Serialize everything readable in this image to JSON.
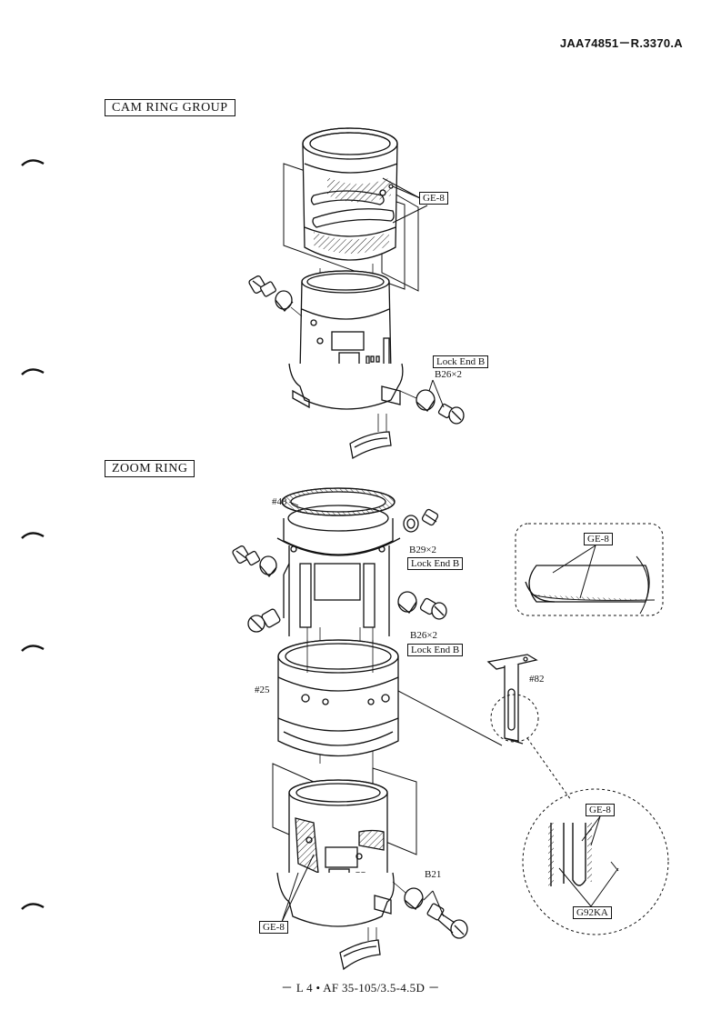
{
  "header": {
    "doc_code": "JAA74851－R.3370.A"
  },
  "sections": {
    "cam_ring_group": "CAM RING GROUP",
    "zoom_ring": "ZOOM RING"
  },
  "cam_labels": {
    "ge8": "GE-8",
    "lock_end_b": "Lock End B",
    "b26": "B26×2"
  },
  "zoom_labels": {
    "part48": "#48",
    "b29": "B29×2",
    "lock_end_b_1": "Lock End B",
    "b26": "B26×2",
    "lock_end_b_2": "Lock End B",
    "part25": "#25",
    "part82": "#82",
    "ge8_detail_top": "GE-8",
    "ge8_detail_bottom": "GE-8",
    "g92ka": "G92KA",
    "b21": "B21",
    "ge8_bottom_left": "GE-8"
  },
  "footer": {
    "text": "－ L 4 • AF 35-105/3.5-4.5D －"
  },
  "icons": [
    "binder-hole-mark",
    "screw-icon",
    "collar-icon"
  ]
}
